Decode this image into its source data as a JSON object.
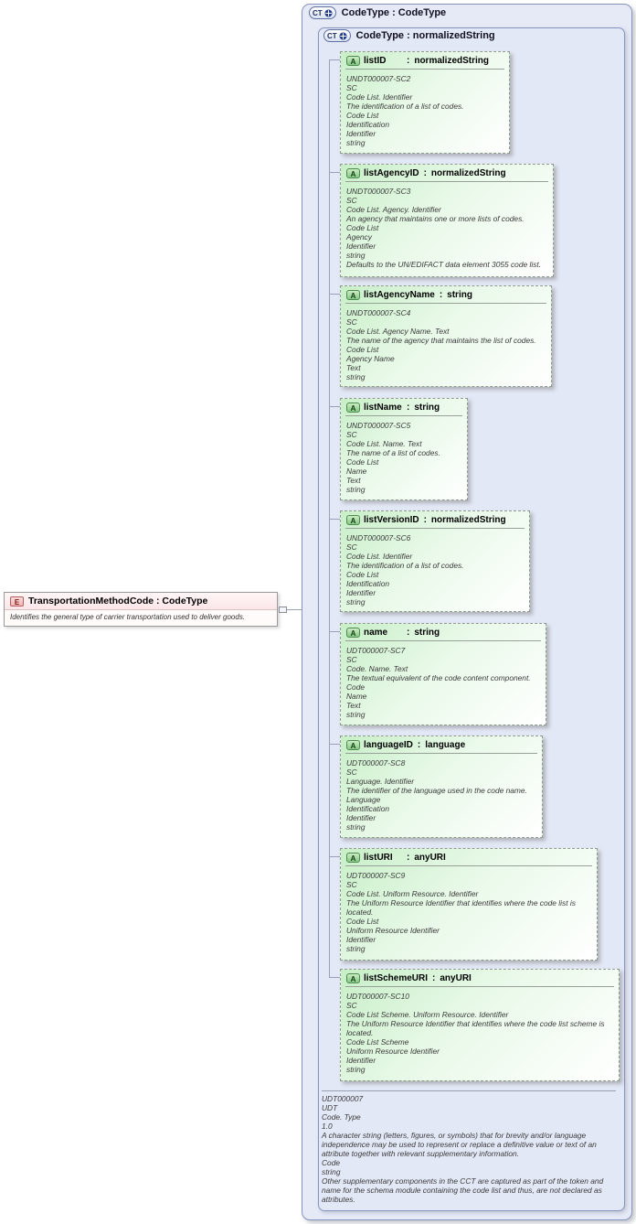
{
  "icons": {
    "element": "E",
    "complex_type": "CT",
    "attribute": "A"
  },
  "labels": {
    "colon": ":"
  },
  "element": {
    "title": "TransportationMethodCode : CodeType",
    "annotation": "Identifies the general type of carrier transportation used to deliver goods."
  },
  "outer_type": {
    "title": "CodeType : CodeType"
  },
  "inner_type": {
    "title": "CodeType : normalizedString",
    "footer_lines": [
      "UDT000007",
      "UDT",
      "Code. Type",
      "1.0",
      "A character string (letters, figures, or symbols) that for brevity and/or language independence may be used to represent or replace a definitive value or text of an attribute together with relevant supplementary information.",
      "Code",
      "string",
      "Other supplementary components in the CCT are captured as part of the token and name for the schema module containing the code list and thus, are not declared as attributes."
    ]
  },
  "attributes": [
    {
      "name": "listID",
      "type": "normalizedString",
      "lines": [
        "UNDT000007-SC2",
        "SC",
        "Code List. Identifier",
        "The identification of a list of codes.",
        "Code List",
        "Identification",
        "Identifier",
        "string"
      ]
    },
    {
      "name": "listAgencyID",
      "type": "normalizedString",
      "lines": [
        "UNDT000007-SC3",
        "SC",
        "Code List. Agency. Identifier",
        "An agency that maintains one or more lists of codes.",
        "Code List",
        "Agency",
        "Identifier",
        "string",
        "Defaults to the UN/EDIFACT data element 3055 code list."
      ]
    },
    {
      "name": "listAgencyName",
      "type": "string",
      "lines": [
        "UNDT000007-SC4",
        "SC",
        "Code List. Agency Name. Text",
        "The name of the agency that maintains the list of codes.",
        "Code List",
        "Agency Name",
        "Text",
        "string"
      ]
    },
    {
      "name": "listName",
      "type": "string",
      "lines": [
        "UNDT000007-SC5",
        "SC",
        "Code List. Name. Text",
        "The name of a list of codes.",
        "Code List",
        "Name",
        "Text",
        "string"
      ]
    },
    {
      "name": "listVersionID",
      "type": "normalizedString",
      "lines": [
        "UNDT000007-SC6",
        "SC",
        "Code List. Identifier",
        "The identification of a list of codes.",
        "Code List",
        "Identification",
        "Identifier",
        "string"
      ]
    },
    {
      "name": "name",
      "type": "string",
      "lines": [
        "UDT000007-SC7",
        "SC",
        "Code. Name. Text",
        "The textual equivalent of the code content component.",
        "Code",
        "Name",
        "Text",
        "string"
      ]
    },
    {
      "name": "languageID",
      "type": "language",
      "lines": [
        "UDT000007-SC8",
        "SC",
        "Language. Identifier",
        "The identifier of the language used in the code name.",
        "Language",
        "Identification",
        "Identifier",
        "string"
      ]
    },
    {
      "name": "listURI",
      "type": "anyURI",
      "lines": [
        "UDT000007-SC9",
        "SC",
        "Code List. Uniform Resource. Identifier",
        "The Uniform Resource Identifier that identifies where the code list is located.",
        "Code List",
        "Uniform Resource Identifier",
        "Identifier",
        "string"
      ]
    },
    {
      "name": "listSchemeURI",
      "type": "anyURI",
      "lines": [
        "UDT000007-SC10",
        "SC",
        "Code List Scheme. Uniform Resource. Identifier",
        "The Uniform Resource Identifier that identifies where the code list scheme is located.",
        "Code List Scheme",
        "Uniform Resource Identifier",
        "Identifier",
        "string"
      ]
    }
  ]
}
